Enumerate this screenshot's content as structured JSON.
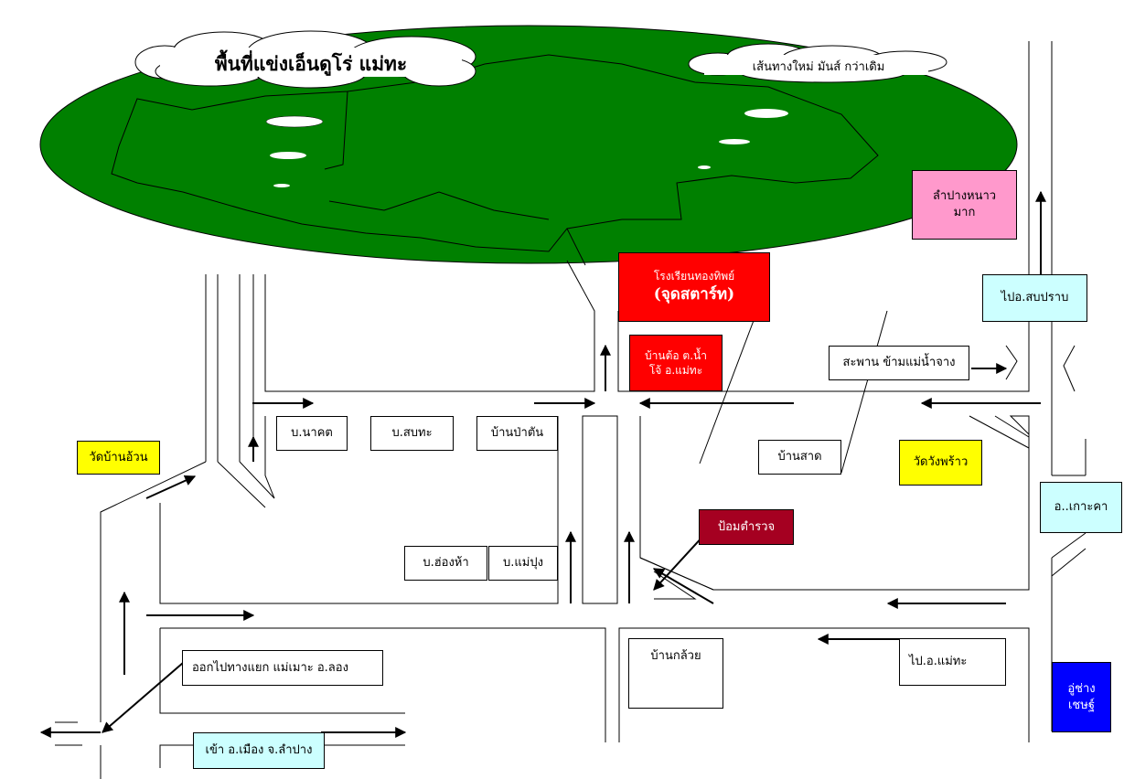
{
  "title": "พื้นที่แข่งเอ็นดูโร่ แม่ทะ",
  "subtitle": "เส้นทางใหม่ มันส์ กว่าเดิม",
  "colors": {
    "forest": "#008000",
    "start": "#ff0000",
    "police": "#a50021",
    "temple": "#ffff00",
    "cold": "#ff99cc",
    "district": "#ccffff",
    "garage": "#0000ff",
    "white": "#ffffff",
    "black": "#000000"
  },
  "landmarks": {
    "start_school": "โรงเรียนทองทิพย์",
    "start_point": "(จุดสตาร์ท)",
    "pre_start": "บ้านต้อ ต.น้ำ\nโจ้ อ.แม่ทะ",
    "lampang_cold": "ลำปางหนาว\nมาก",
    "to_sop_prap": "ไปอ.สบปราบ",
    "bridge": "สะพาน ข้ามแม่น้ำจาง",
    "wat_ban_uan": "วัดบ้านอ้วน",
    "ban_nakhot": "บ.นาคต",
    "ban_sop_tha": "บ.สบทะ",
    "ban_pa_tan": "บ้านป่าตัน",
    "ban_sat": "บ้านสาด",
    "wat_wang_phrao": "วัดวังพร้าว",
    "ko_kha": "อ..เกาะคา",
    "police_box": "ป้อมตำรวจ",
    "ban_song_ha": "บ.ฮ่องห้า",
    "ban_mae_pung": "บ.แม่ปุง",
    "exit_junction": "ออกไปทางแยก แม่เมาะ อ.ลอง",
    "ban_kluai": "บ้านกล้วย",
    "to_mae_tha": "ไป.อ.แม่ทะ",
    "garage": "อู่ช่าง\nเชษฐ์",
    "into_city": "เข้า อ.เมือง จ.ลำปาง"
  }
}
